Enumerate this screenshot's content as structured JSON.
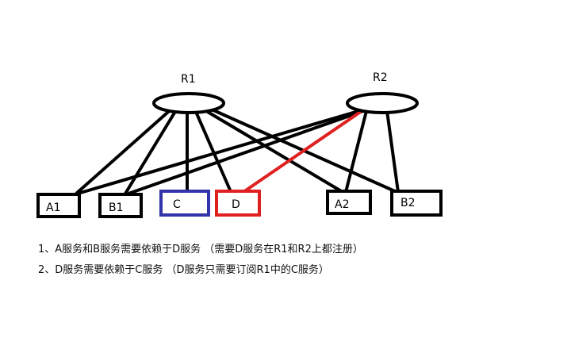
{
  "registries": [
    {
      "id": "R1",
      "label": "R1"
    },
    {
      "id": "R2",
      "label": "R2"
    }
  ],
  "services": [
    {
      "id": "A1",
      "label": "A1",
      "border": "#000000"
    },
    {
      "id": "B1",
      "label": "B1",
      "border": "#000000"
    },
    {
      "id": "C",
      "label": "C",
      "border": "#3333aa"
    },
    {
      "id": "D",
      "label": "D",
      "border": "#e02020"
    },
    {
      "id": "A2",
      "label": "A2",
      "border": "#000000"
    },
    {
      "id": "B2",
      "label": "B2",
      "border": "#000000"
    }
  ],
  "notes": [
    {
      "text": "1、A服务和B服务需要依赖于D服务",
      "remark": "（需要D服务在R1和R2上都注册）"
    },
    {
      "text": "2、D服务需要依赖于C服务",
      "remark": "（D服务只需要订阅R1中的C服务）"
    }
  ]
}
